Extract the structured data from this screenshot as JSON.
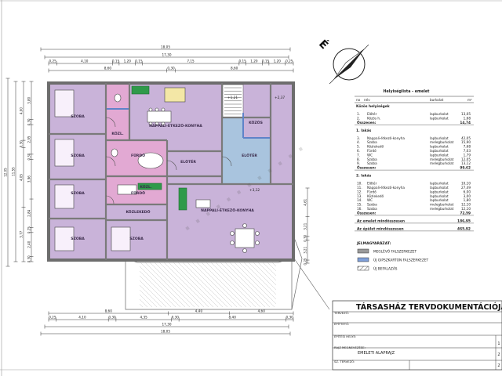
{
  "dims_top": {
    "row1": [
      "18,05"
    ],
    "row2": [
      "17,30"
    ],
    "row3": [
      "0,25",
      "4,10",
      "0,15",
      "1,20",
      "0,15",
      "7,15",
      "0,15",
      "1,20",
      "0,15",
      "1,20",
      "0,25"
    ],
    "row4": [
      "8,60",
      "0,30",
      "8,60"
    ]
  },
  "dims_bottom": {
    "row1": [
      "8,60",
      "4,40",
      "4,60"
    ],
    "row2": [
      "0,25",
      "4,10",
      "0,30",
      "4,35",
      "0,30",
      "8,40",
      "0,30"
    ],
    "row3": [
      "17,30"
    ],
    "row4": [
      "18,05"
    ]
  },
  "dims_left": [
    "12,05",
    "11,55",
    "4,00",
    "0,30",
    "4,05",
    "3,77",
    "3,80",
    "0,30",
    "2,95",
    "0,30",
    "3,96",
    "2,84",
    "0,25",
    "2,40",
    "0,30"
  ],
  "dims_right": [
    "4,61",
    "3,21",
    "0,30",
    "3,21",
    "0,25"
  ],
  "rooms": [
    {
      "label": "SZOBA",
      "id": "szoba-1"
    },
    {
      "label": "NAPPALI-ÉTKEZŐ-KONYHA",
      "id": "nappali-1"
    },
    {
      "label": "KÖZL.",
      "id": "kozl-1"
    },
    {
      "label": "SZOBA",
      "id": "szoba-2"
    },
    {
      "label": "FÜRDŐ",
      "id": "furdo-1"
    },
    {
      "label": "ELŐTÉR",
      "id": "eloter-1"
    },
    {
      "label": "ELŐTÉR",
      "id": "eloter-2"
    },
    {
      "label": "KÖZÖS",
      "id": "kozos"
    },
    {
      "label": "SZOBA",
      "id": "szoba-3"
    },
    {
      "label": "FÜRDŐ",
      "id": "furdo-2"
    },
    {
      "label": "KÖZL.",
      "id": "kozl-2"
    },
    {
      "label": "KÖZLEKEDŐ",
      "id": "kozlekedo"
    },
    {
      "label": "SZOBA",
      "id": "szoba-4"
    },
    {
      "label": "NAPPALI-ÉTKEZŐ-KONYHA",
      "id": "nappali-2"
    },
    {
      "label": "SZOBA",
      "id": "szoba-5"
    }
  ],
  "level_marks": [
    "+1,21",
    "+2,37",
    "+3,12"
  ],
  "north_label": "É",
  "schedule": {
    "title": "Helyiséglista - emelet",
    "header": {
      "no": "no",
      "name": "név",
      "floor": "burkolat",
      "area": "m²"
    },
    "groups": [
      {
        "heading": "Közös helyiségek",
        "rows": [
          {
            "no": "1.",
            "name": "Előtér",
            "floor": "lapburkolat",
            "area": "13,05"
          },
          {
            "no": "2.",
            "name": "Közös h.",
            "floor": "lapburkolat",
            "area": "1,68"
          }
        ],
        "total_label": "Összesen:",
        "total": "14,74"
      },
      {
        "heading": "1. lakás",
        "rows": [
          {
            "no": "3.",
            "name": "Nappali-étkező-konyha",
            "floor": "lapburkolat",
            "area": "42,05"
          },
          {
            "no": "4.",
            "name": "Szoba",
            "floor": "melegburkolat",
            "area": "15,90"
          },
          {
            "no": "5.",
            "name": "Közlekedő",
            "floor": "lapburkolat",
            "area": "7,68"
          },
          {
            "no": "6.",
            "name": "Fürdő",
            "floor": "lapburkolat",
            "area": "7,03"
          },
          {
            "no": "7.",
            "name": "WC",
            "floor": "lapburkolat",
            "area": "1,79"
          },
          {
            "no": "8.",
            "name": "Szoba",
            "floor": "melegburkolat",
            "area": "12,05"
          },
          {
            "no": "9.",
            "name": "Szoba",
            "floor": "melegburkolat",
            "area": "13,12"
          }
        ],
        "total_label": "Összesen:",
        "total": "99,62"
      },
      {
        "heading": "2. lakás",
        "rows": [
          {
            "no": "10.",
            "name": "Előtér",
            "floor": "lapburkolat",
            "area": "10,10"
          },
          {
            "no": "11.",
            "name": "Nappali-étkező-konyha",
            "floor": "lapburkolat",
            "area": "27,49"
          },
          {
            "no": "12.",
            "name": "Fürdő",
            "floor": "lapburkolat",
            "area": "6,00"
          },
          {
            "no": "13.",
            "name": "Közlekedő",
            "floor": "lapburkolat",
            "area": "3,00"
          },
          {
            "no": "14.",
            "name": "WC",
            "floor": "lapburkolat",
            "area": "1,80"
          },
          {
            "no": "15.",
            "name": "Szoba",
            "floor": "melegburkolat",
            "area": "12,10"
          },
          {
            "no": "16.",
            "name": "Szoba",
            "floor": "melegburkolat",
            "area": "12,10"
          }
        ],
        "total_label": "Összesen:",
        "total": "72,59"
      }
    ],
    "sum1_label": "Az emelet mindösszesen",
    "sum1": "186,95",
    "sum2_label": "Az épület mindösszesen",
    "sum2": "465,92"
  },
  "legend": {
    "title": "JELMAGYARÁZAT:",
    "items": [
      {
        "label": "MEGLÉVŐ FALSZERKEZET",
        "pattern": "grey"
      },
      {
        "label": "ÚJ GIPSZKARTON FALSZERKEZET",
        "pattern": "blue"
      },
      {
        "label": "ÚJ BEFALAZÁS",
        "pattern": "hatch"
      }
    ]
  },
  "title_block": {
    "title": "TÁRSASHÁZ TERVDOKUMENTÁCIÓJA",
    "rows": [
      {
        "label": "TERVEZŐ:",
        "value": ""
      },
      {
        "label": "ÉPÍTTETŐ:",
        "value": ""
      },
      {
        "label": "ÉPÍTÉSI HELYE:",
        "value": ""
      },
      {
        "label": "RAJZ MEGNEVEZÉSE:",
        "value": "EMELETI ALAPRAJZ"
      },
      {
        "label": "SZ. TERVEZŐ:",
        "value": ""
      }
    ],
    "side": [
      "1",
      "2",
      "2"
    ]
  },
  "colors": {
    "room_purple": "#c9b3d9",
    "room_pink": "#e2a9d3",
    "hall_blue": "#a9c4de",
    "existing_wall": "#9a9a9a",
    "gypsum_wall": "#7f9fd8",
    "dim_line": "#333333"
  }
}
